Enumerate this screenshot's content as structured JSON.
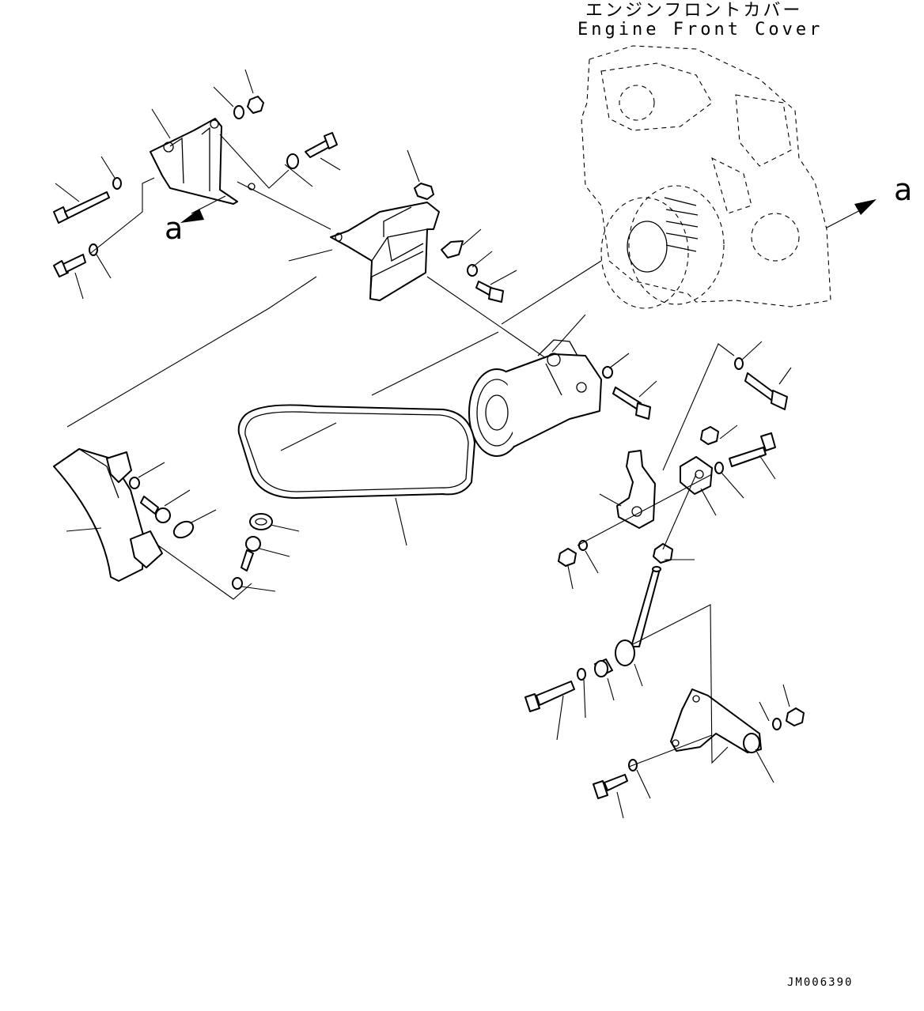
{
  "title_jp": "エンジンフロントカバー",
  "title_en": "Engine Front Cover",
  "view_marks": {
    "left": "a",
    "right": "a"
  },
  "drawing_code": "JM006390"
}
